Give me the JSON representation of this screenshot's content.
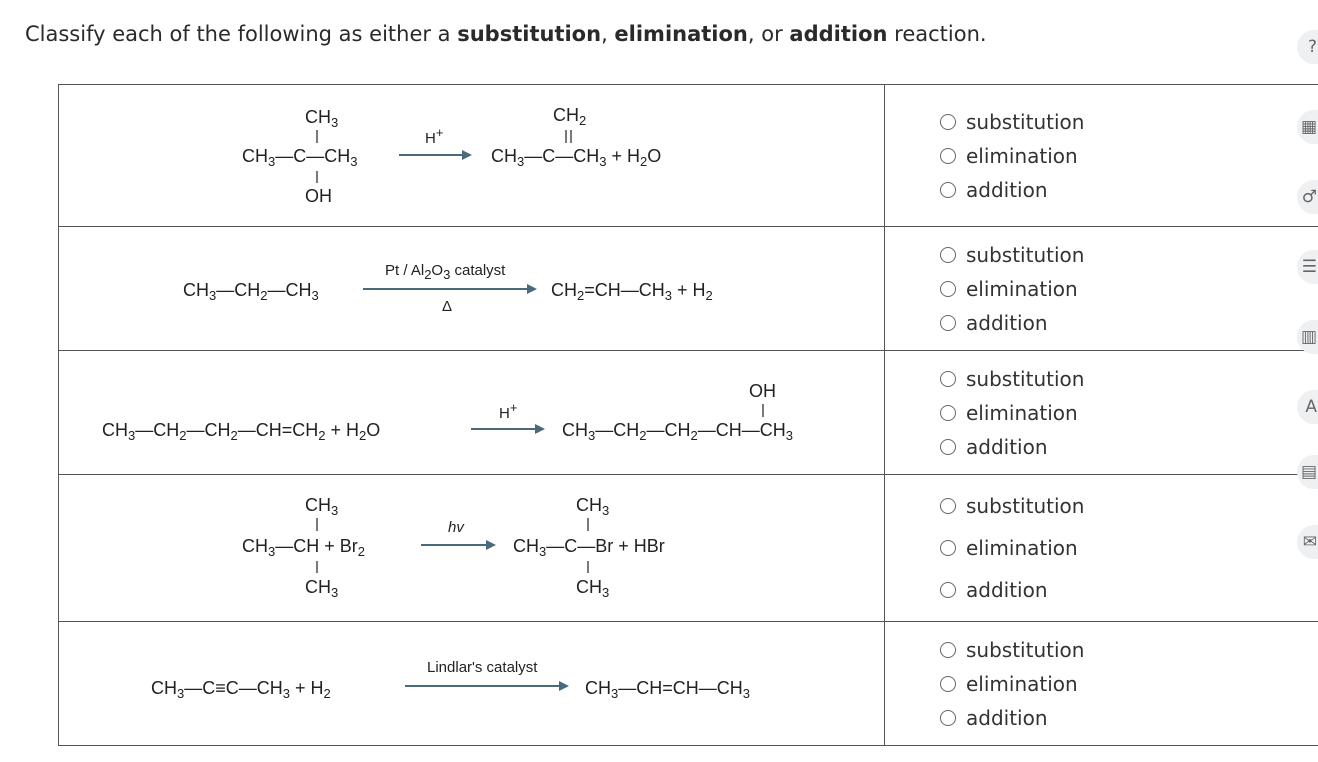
{
  "prompt": {
    "lead": "Classify each of the following as either a ",
    "t1": "substitution",
    "s1": ", ",
    "t2": "elimination",
    "s2": ", or ",
    "t3": "addition",
    "tail": " reaction."
  },
  "reactions": [
    {
      "condition_above": "H",
      "condition_above_charge": "+",
      "options": [
        "substitution",
        "elimination",
        "addition"
      ]
    },
    {
      "condition_above": "Pt / Al",
      "condition_above_sub": "2",
      "condition_above_mid": "O",
      "condition_above_sub2": "3",
      "condition_above_tail": " catalyst",
      "condition_below": "Δ",
      "options": [
        "substitution",
        "elimination",
        "addition"
      ]
    },
    {
      "condition_above": "H",
      "condition_above_charge": "+",
      "options": [
        "substitution",
        "elimination",
        "addition"
      ]
    },
    {
      "condition_above": "hv",
      "options": [
        "substitution",
        "elimination",
        "addition"
      ]
    },
    {
      "condition_above": "Lindlar's catalyst",
      "options": [
        "substitution",
        "elimination",
        "addition"
      ]
    }
  ],
  "toolbar": [
    {
      "icon": "help-icon",
      "glyph": "?"
    },
    {
      "icon": "calculator-icon",
      "glyph": "▦"
    },
    {
      "icon": "tools-icon",
      "glyph": "♂"
    },
    {
      "icon": "notes-icon",
      "glyph": "☰"
    },
    {
      "icon": "chart-icon",
      "glyph": "▥"
    },
    {
      "icon": "text-icon",
      "glyph": "A"
    },
    {
      "icon": "periodic-table-icon",
      "glyph": "▤"
    },
    {
      "icon": "feedback-icon",
      "glyph": "✉"
    }
  ],
  "colors": {
    "arrow": "#4a6a7a",
    "border": "#555555",
    "text": "#222222"
  }
}
